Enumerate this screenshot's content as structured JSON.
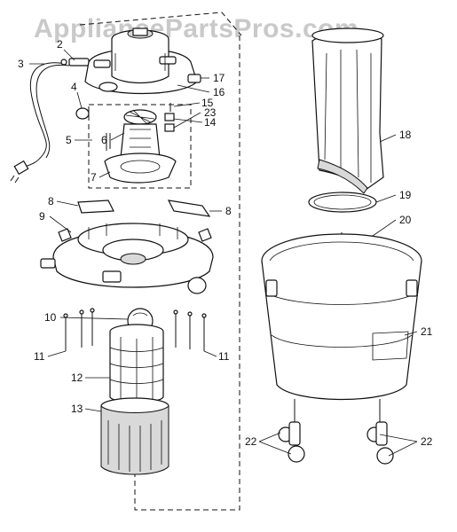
{
  "watermark": "AppliancePartsPros.com",
  "callouts": [
    "2",
    "3",
    "4",
    "5",
    "6",
    "7",
    "8",
    "9",
    "10",
    "11",
    "12",
    "13",
    "14",
    "15",
    "16",
    "17",
    "18",
    "19",
    "20",
    "21",
    "22",
    "23"
  ]
}
